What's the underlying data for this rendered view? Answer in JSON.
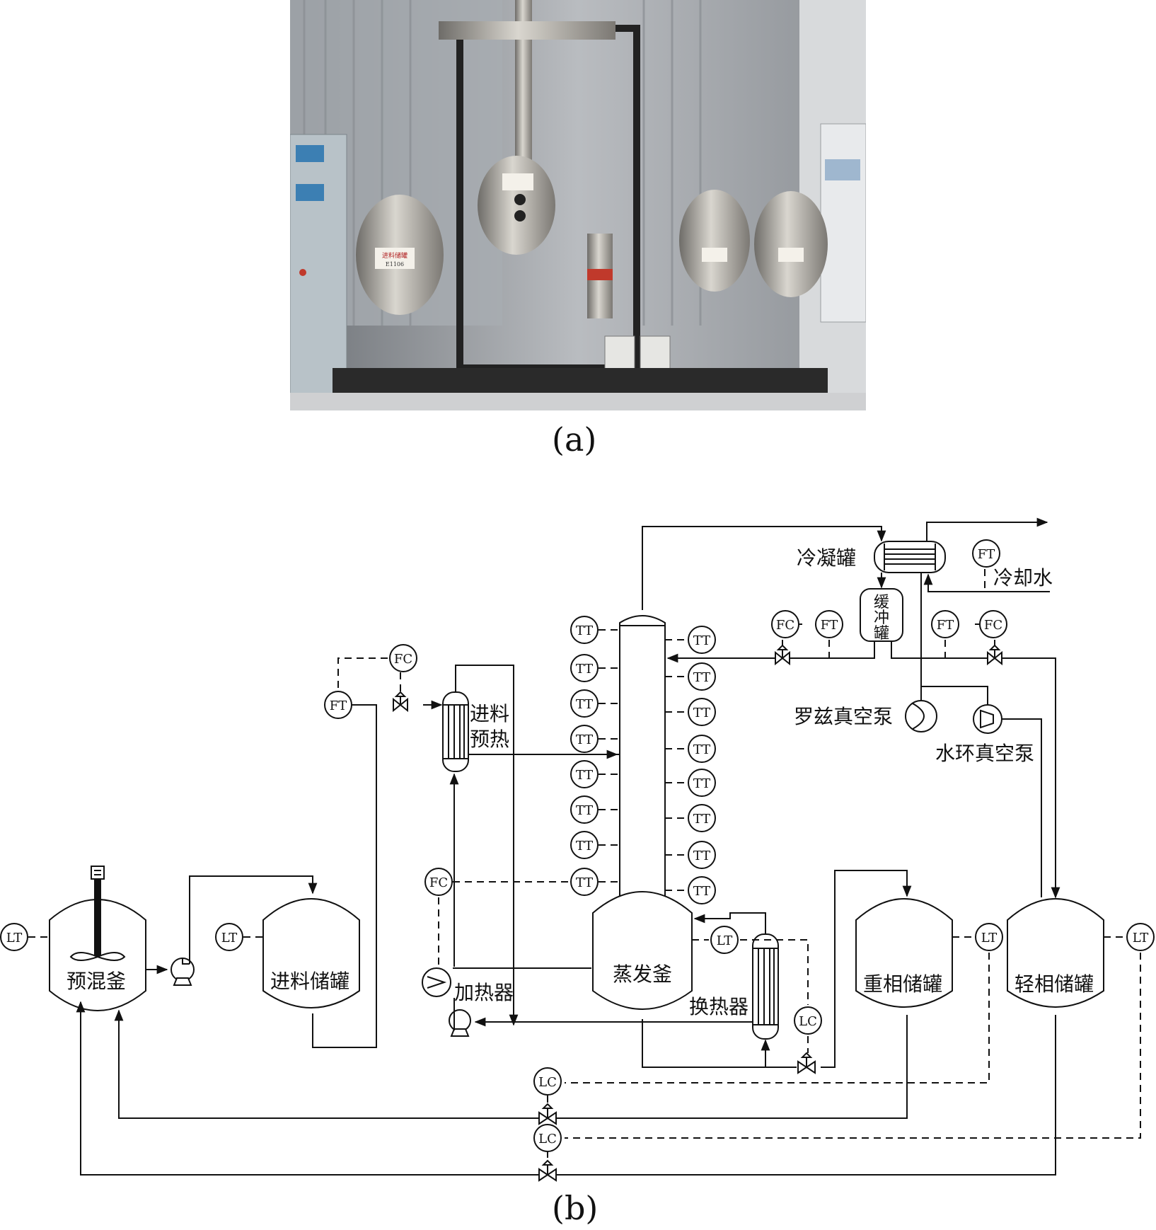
{
  "panel_a": {
    "caption": "(a)",
    "photo_labels": [
      "进料储罐",
      "E1106"
    ]
  },
  "panel_b": {
    "caption": "(b)",
    "equipment": {
      "premix_kettle": "预混釜",
      "feed_tank": "进料储罐",
      "feed_preheat_line1": "进料",
      "feed_preheat_line2": "预热",
      "heater": "加热器",
      "evaporator": "蒸发釜",
      "heat_exchanger": "换热器",
      "heavy_tank": "重相储罐",
      "light_tank": "轻相储罐",
      "condenser": "冷凝罐",
      "cooling_water": "冷却水",
      "buffer_tank": [
        "缓",
        "冲",
        "罐"
      ],
      "roots_pump": "罗兹真空泵",
      "water_ring_pump": "水环真空泵"
    },
    "instruments": {
      "LT": "LT",
      "FT": "FT",
      "FC": "FC",
      "TT": "TT",
      "LC": "LC"
    },
    "colors": {
      "line": "#111111",
      "tank_fill": "#ffffff"
    }
  }
}
